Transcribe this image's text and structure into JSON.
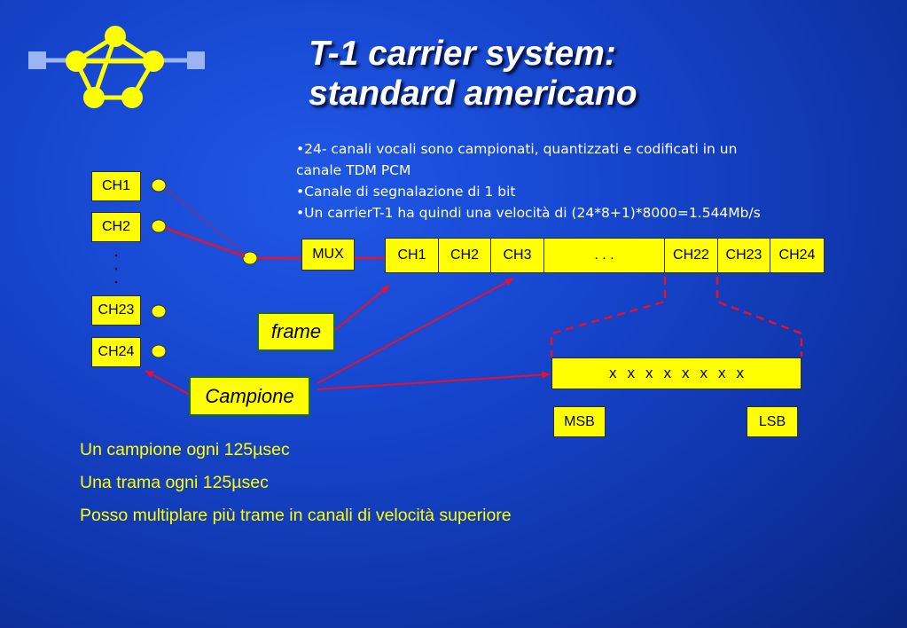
{
  "title": {
    "line1": "T-1 carrier system:",
    "line2": "standard americano"
  },
  "bullets": [
    "•24- canali vocali sono campionati, quantizzati e codificati in un",
    "canale TDM PCM",
    "•Canale di segnalazione di 1 bit",
    "•Un carrierT-1 ha quindi una velocità di (24*8+1)*8000=1.544Mb/s"
  ],
  "channels": [
    "CH1",
    "CH2",
    "CH23",
    "CH24"
  ],
  "mux_label": "MUX",
  "frame_cells": [
    "CH1",
    "CH2",
    "CH3",
    ". . .",
    "CH22",
    "CH23",
    "CH24"
  ],
  "frame_label": "frame",
  "sample_label": "Campione",
  "bits": [
    "x",
    "x",
    "x",
    "x",
    "x",
    "x",
    "x",
    "x"
  ],
  "msb_label": "MSB",
  "lsb_label": "LSB",
  "bottom_lines": [
    "Un campione ogni 125µsec",
    "Una trama ogni 125µsec",
    "Posso multiplare più trame in canali di velocità superiore"
  ],
  "colors": {
    "background": "#1646cf",
    "box_fill": "#ffff00",
    "arrow": "#e8102a",
    "title": "#ffffff",
    "bottom_text": "#ffff00"
  },
  "icons": [
    "network-logo-icon"
  ]
}
